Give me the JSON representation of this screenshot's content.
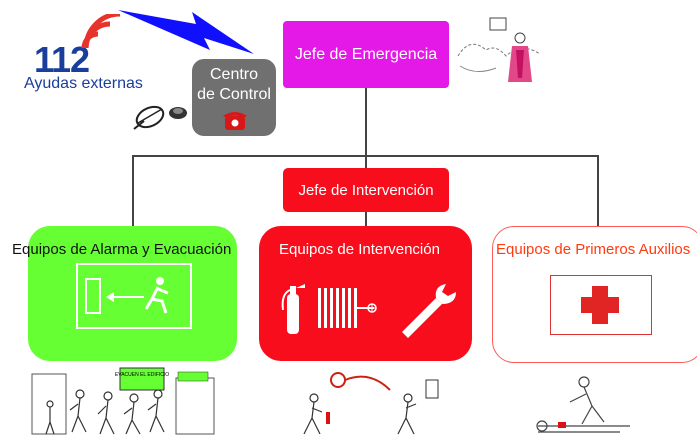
{
  "emergency_number": "112",
  "external_help_label": "Ayudas externas",
  "control_center": {
    "line1": "Centro",
    "line2": "de Control"
  },
  "emergency_chief": "Jefe de Emergencia",
  "intervention_chief": "Jefe de Intervención",
  "teams": [
    {
      "label": "Equipos de Alarma y Evacuación"
    },
    {
      "label": "Equipos de Intervención"
    },
    {
      "label": "Equipos de Primeros Auxilios"
    }
  ],
  "sign_texts": {
    "evacuation_banner": "EVACUEN EL EDIFICIO"
  },
  "colors": {
    "emergency_chief": "#e419e8",
    "intervention": "#f70d1c",
    "alarm": "#66ff33",
    "control": "#707070",
    "brand_blue": "#1a3e9c",
    "first_aid_border": "#ff5a5a"
  },
  "icons": [
    "radio-waves-icon",
    "lightning-bolt-icon",
    "walkie-talkie-icon",
    "telephone-icon",
    "exit-sign-icon",
    "fire-extinguisher-icon",
    "fire-hose-icon",
    "wrench-icon",
    "red-cross-icon"
  ]
}
